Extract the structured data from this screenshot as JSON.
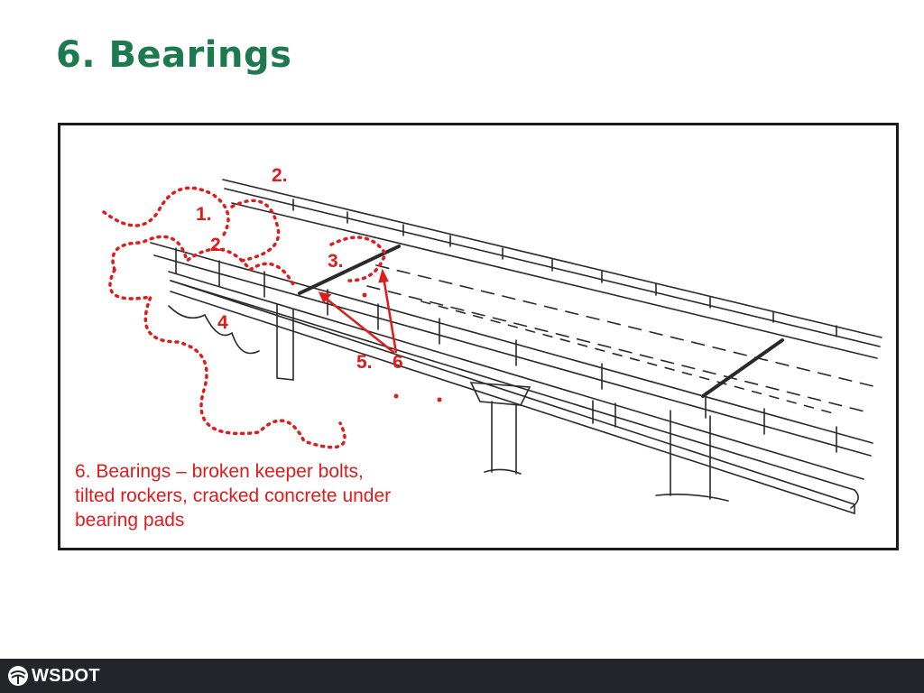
{
  "slide": {
    "title": "6. Bearings"
  },
  "figure": {
    "markers": [
      {
        "id": "m1",
        "text": "1."
      },
      {
        "id": "m2a",
        "text": "2."
      },
      {
        "id": "m2b",
        "text": "2."
      },
      {
        "id": "m3",
        "text": "3."
      },
      {
        "id": "m4",
        "text": "4"
      },
      {
        "id": "m5",
        "text": "5."
      },
      {
        "id": "m6",
        "text": "6"
      }
    ],
    "caption": "6.  Bearings – broken keeper bolts,\ntilted rockers, cracked concrete under\nbearing pads",
    "annotation_color": "#e01b1b"
  },
  "footer": {
    "logo_text": "WSDOT",
    "logo_icon": "wsdot-logo-icon"
  },
  "colors": {
    "title": "#1d7a4e",
    "annotation": "#e01b1b",
    "footer_bar": "#22262b"
  }
}
